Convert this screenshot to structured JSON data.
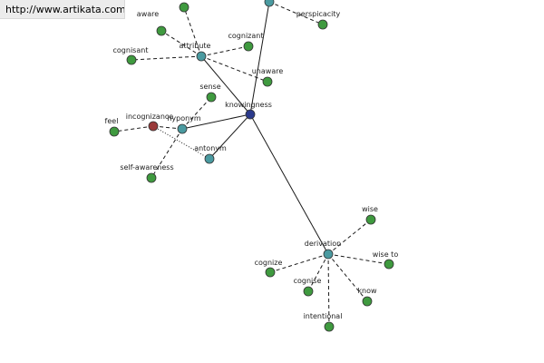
{
  "banner": {
    "text": "http://www.artikata.com"
  },
  "colors": {
    "central": "#2b3a8c",
    "relation": "#4a9aa0",
    "leaf": "#3f9a3f",
    "highlight": "#9a3a3a"
  },
  "nodes": [
    {
      "id": "knowingness",
      "label": "knowingness",
      "kind": "central"
    },
    {
      "id": "attribute",
      "label": "attribute",
      "kind": "relation"
    },
    {
      "id": "hyponym",
      "label": "hyponym",
      "kind": "relation"
    },
    {
      "id": "antonym",
      "label": "antonym",
      "kind": "relation"
    },
    {
      "id": "derivation",
      "label": "derivation",
      "kind": "relation"
    },
    {
      "id": "top-relation",
      "label": "",
      "kind": "relation"
    },
    {
      "id": "aware",
      "label": "aware",
      "kind": "leaf"
    },
    {
      "id": "top-leaf",
      "label": "",
      "kind": "leaf"
    },
    {
      "id": "cognisant",
      "label": "cognisant",
      "kind": "leaf"
    },
    {
      "id": "cognizant",
      "label": "cognizant",
      "kind": "leaf"
    },
    {
      "id": "unaware",
      "label": "unaware",
      "kind": "leaf"
    },
    {
      "id": "perspicacity",
      "label": "perspicacity",
      "kind": "leaf"
    },
    {
      "id": "sense",
      "label": "sense",
      "kind": "leaf"
    },
    {
      "id": "feel",
      "label": "feel",
      "kind": "leaf"
    },
    {
      "id": "incognizance",
      "label": "incognizance",
      "kind": "highlight"
    },
    {
      "id": "self-awareness",
      "label": "self-awareness",
      "kind": "leaf"
    },
    {
      "id": "wise",
      "label": "wise",
      "kind": "leaf"
    },
    {
      "id": "wise-to",
      "label": "wise to",
      "kind": "leaf"
    },
    {
      "id": "cognize",
      "label": "cognize",
      "kind": "leaf"
    },
    {
      "id": "cognise",
      "label": "cognise",
      "kind": "leaf"
    },
    {
      "id": "know",
      "label": "know",
      "kind": "leaf"
    },
    {
      "id": "intentional",
      "label": "intentional",
      "kind": "leaf"
    }
  ],
  "edges": [
    {
      "from": "knowingness",
      "to": "attribute",
      "style": "solid"
    },
    {
      "from": "knowingness",
      "to": "hyponym",
      "style": "solid"
    },
    {
      "from": "knowingness",
      "to": "antonym",
      "style": "solid"
    },
    {
      "from": "knowingness",
      "to": "derivation",
      "style": "solid"
    },
    {
      "from": "knowingness",
      "to": "top-relation",
      "style": "solid"
    },
    {
      "from": "attribute",
      "to": "aware",
      "style": "dash"
    },
    {
      "from": "attribute",
      "to": "top-leaf",
      "style": "dash"
    },
    {
      "from": "attribute",
      "to": "cognisant",
      "style": "dash"
    },
    {
      "from": "attribute",
      "to": "cognizant",
      "style": "dash"
    },
    {
      "from": "attribute",
      "to": "unaware",
      "style": "dash"
    },
    {
      "from": "top-relation",
      "to": "perspicacity",
      "style": "dash"
    },
    {
      "from": "hyponym",
      "to": "sense",
      "style": "dash"
    },
    {
      "from": "hyponym",
      "to": "incognizance",
      "style": "dash"
    },
    {
      "from": "hyponym",
      "to": "self-awareness",
      "style": "dash"
    },
    {
      "from": "incognizance",
      "to": "feel",
      "style": "dash"
    },
    {
      "from": "incognizance",
      "to": "antonym",
      "style": "dot"
    },
    {
      "from": "derivation",
      "to": "wise",
      "style": "dash"
    },
    {
      "from": "derivation",
      "to": "wise-to",
      "style": "dash"
    },
    {
      "from": "derivation",
      "to": "cognize",
      "style": "dash"
    },
    {
      "from": "derivation",
      "to": "cognise",
      "style": "dash"
    },
    {
      "from": "derivation",
      "to": "know",
      "style": "dash"
    },
    {
      "from": "derivation",
      "to": "intentional",
      "style": "dash"
    }
  ]
}
